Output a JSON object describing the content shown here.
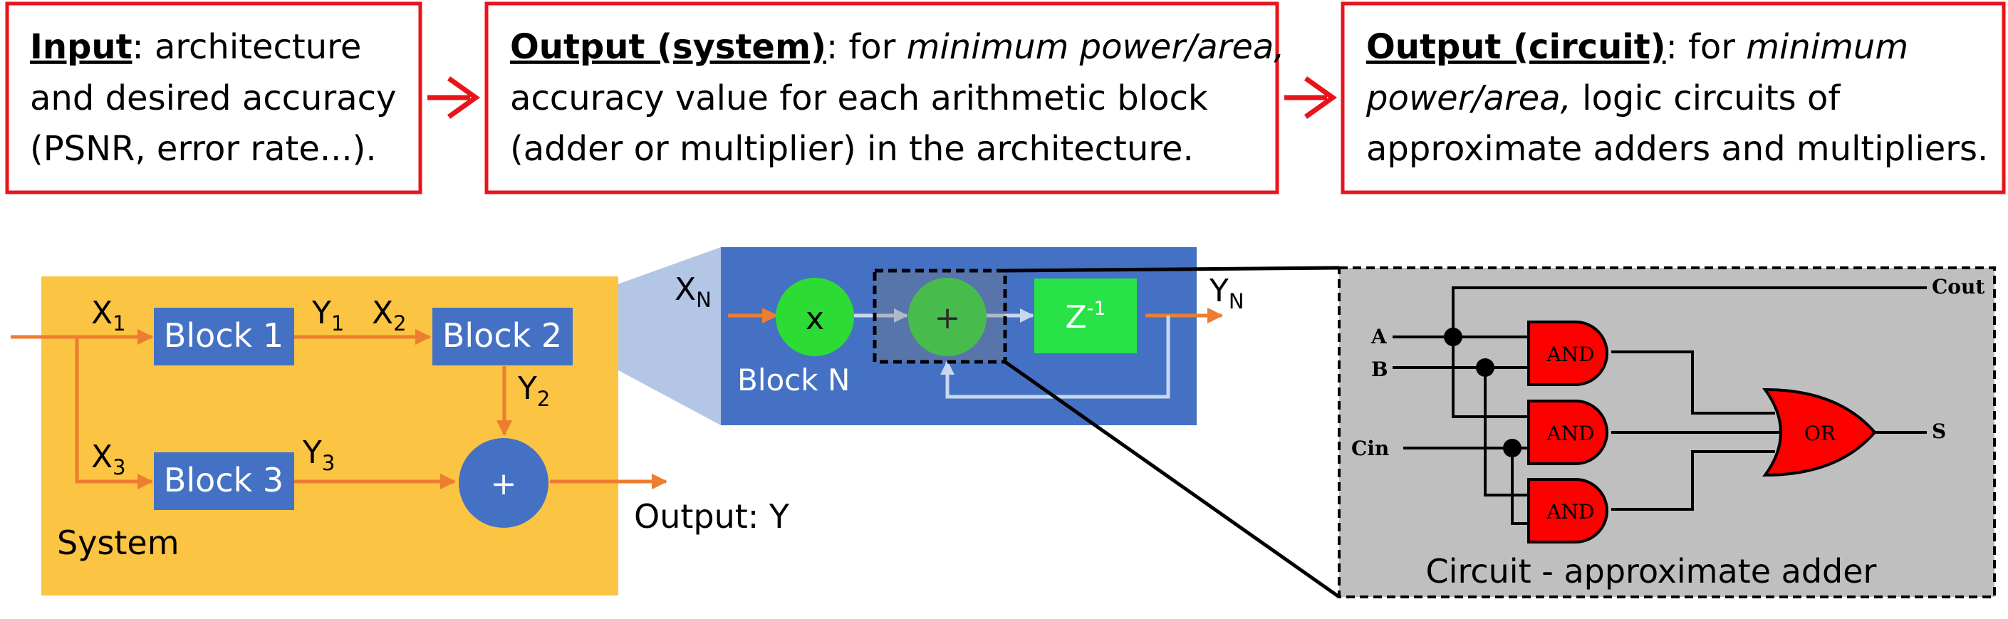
{
  "colors": {
    "frame_red": "#e8141b",
    "arrow_red": "#e8141b",
    "system_bg": "#fcc443",
    "block_blue": "#4471c4",
    "zoom_light": "#b3c6e6",
    "node_green": "#2cdc34",
    "zdelay_green": "#28e248",
    "signal_orange": "#ed7d31",
    "feedback_light": "#c9d7ee",
    "circuit_bg": "#bfbfbf",
    "gate_red": "#fd0000"
  },
  "top_boxes": {
    "input": {
      "heading": "Input",
      "line1_rest": ": architecture",
      "line2": "and desired accuracy",
      "line3": "(PSNR, error rate...)."
    },
    "output_system": {
      "heading": "Output (system)",
      "line1_mid": ": for ",
      "line1_italic": "minimum power/area,",
      "line2": "accuracy value for each arithmetic block",
      "line3": "(adder or multiplier) in the architecture."
    },
    "output_circuit": {
      "heading": "Output (circuit)",
      "line1_mid": ": for ",
      "line1_italic": "minimum",
      "line2_italic": "power/area,",
      "line2_rest": " logic circuits of",
      "line3": "approximate adders and multipliers."
    }
  },
  "system": {
    "label": "System",
    "blocks": [
      "Block 1",
      "Block 2",
      "Block 3"
    ],
    "adder_symbol": "+",
    "output_label": "Output: Y",
    "signals": {
      "x1": "X",
      "x1_sub": "1",
      "y1": "Y",
      "y1_sub": "1",
      "x2": "X",
      "x2_sub": "2",
      "y2": "Y",
      "y2_sub": "2",
      "x3": "X",
      "x3_sub": "3",
      "y3": "Y",
      "y3_sub": "3"
    }
  },
  "block_n": {
    "label": "Block N",
    "input": "X",
    "input_sub": "N",
    "output": "Y",
    "output_sub": "N",
    "mult_symbol": "x",
    "add_symbol": "+",
    "delay": "Z",
    "delay_sup": "-1"
  },
  "circuit": {
    "caption": "Circuit - approximate adder",
    "inputs": [
      "A",
      "B",
      "Cin"
    ],
    "outputs": [
      "Cout",
      "S"
    ],
    "gates": [
      "AND",
      "AND",
      "AND",
      "OR"
    ]
  }
}
